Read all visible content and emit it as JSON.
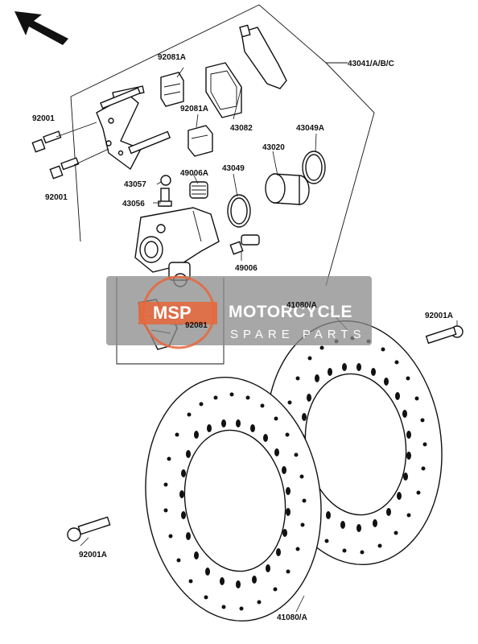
{
  "labels": {
    "assembly": "43041/A/B/C",
    "pad_spring_a": "92081A",
    "pad_spring_b": "92081A",
    "pad": "43082",
    "bolt_top": "92001",
    "bolt_mid": "92001",
    "piston": "43020",
    "dust_seal": "43049A",
    "piston_seal": "43049",
    "bleed_cap": "43057",
    "spring": "49006A",
    "bleed_valve": "43056",
    "caliper_bolt": "49006",
    "pad_spring_c": "92081",
    "disc_top": "41080/A",
    "disc_bottom": "41080/A",
    "disc_bolt_right": "92001A",
    "disc_bolt_left": "92001A"
  },
  "watermark": {
    "title": "MOTORCYCLE",
    "subtitle": "SPARE PARTS"
  },
  "colors": {
    "line": "#111111",
    "watermark_grey": "#8a8a8a",
    "logo_orange": "#e8663a"
  }
}
